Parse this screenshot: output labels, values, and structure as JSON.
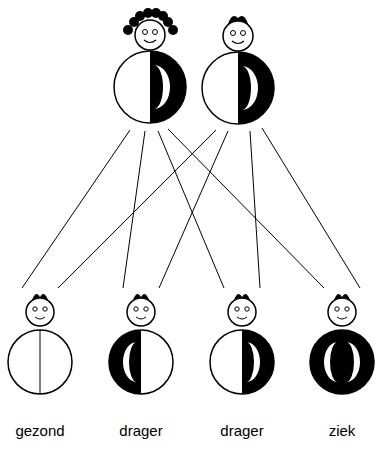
{
  "diagram": {
    "nodes": [
      {
        "text": [
          "gezond"
        ]
      },
      {
        "text": [
          "drager"
        ]
      },
      {
        "text": [
          "drager"
        ]
      },
      {
        "text": [
          "ziek"
        ]
      }
    ]
  }
}
